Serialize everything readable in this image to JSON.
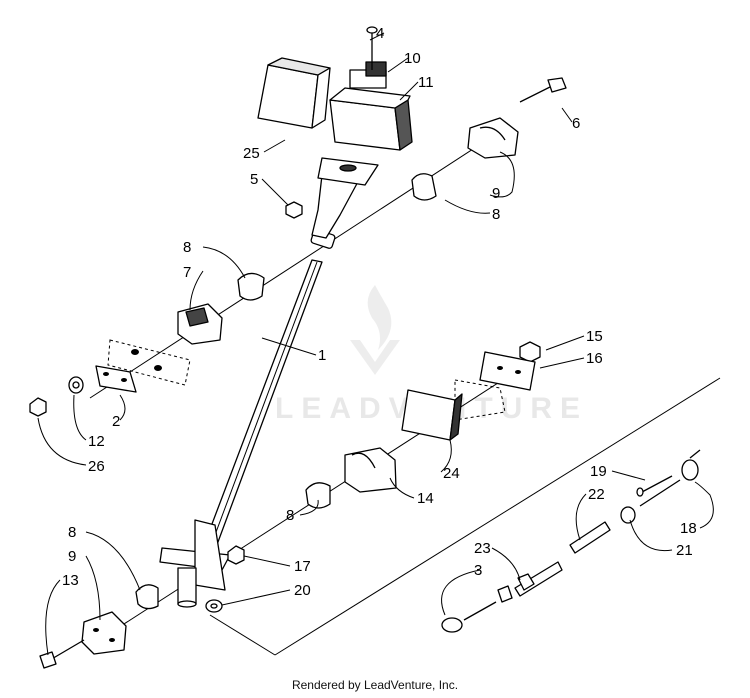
{
  "watermark": {
    "text": "LEADVENTURE"
  },
  "footer": {
    "text": "Rendered by LeadVenture, Inc."
  },
  "callouts": [
    {
      "label": "4"
    },
    {
      "label": "10"
    },
    {
      "label": "11"
    },
    {
      "label": "25"
    },
    {
      "label": "6"
    },
    {
      "label": "5"
    },
    {
      "label": "9"
    },
    {
      "label": "8"
    },
    {
      "label": "8"
    },
    {
      "label": "7"
    },
    {
      "label": "1"
    },
    {
      "label": "15"
    },
    {
      "label": "16"
    },
    {
      "label": "2"
    },
    {
      "label": "12"
    },
    {
      "label": "26"
    },
    {
      "label": "24"
    },
    {
      "label": "14"
    },
    {
      "label": "19"
    },
    {
      "label": "22"
    },
    {
      "label": "18"
    },
    {
      "label": "8"
    },
    {
      "label": "21"
    },
    {
      "label": "8"
    },
    {
      "label": "9"
    },
    {
      "label": "17"
    },
    {
      "label": "23"
    },
    {
      "label": "3"
    },
    {
      "label": "13"
    },
    {
      "label": "20"
    }
  ]
}
